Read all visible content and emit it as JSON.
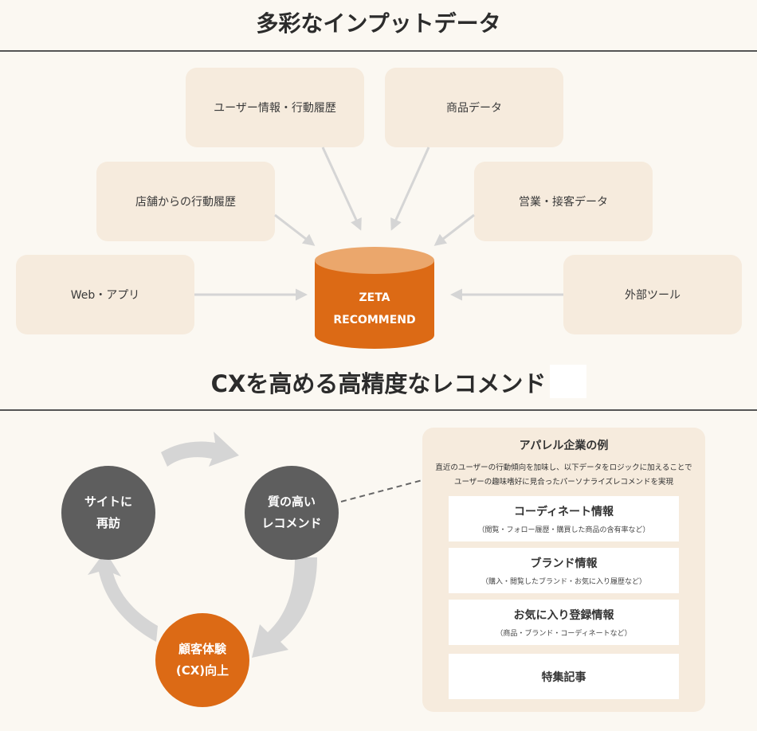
{
  "section1": {
    "title": "多彩なインプットデータ"
  },
  "inputs": [
    "ユーザー情報・行動履歴",
    "商品データ",
    "店舗からの行動履歴",
    "営業・接客データ",
    "Web・アプリ",
    "外部ツール"
  ],
  "engine": {
    "line1": "ZETA",
    "line2": "RECOMMEND"
  },
  "section2": {
    "title": "CXを高める高精度なレコメンド"
  },
  "cycle": {
    "revisit": {
      "line1": "サイトに",
      "line2": "再訪"
    },
    "recommend": {
      "line1": "質の高い",
      "line2": "レコメンド"
    },
    "cx": {
      "line1": "顧客体験",
      "line2": "(CX)向上"
    }
  },
  "example": {
    "title": "アパレル企業の例",
    "desc_line1": "直近のユーザーの行動傾向を加味し、以下データをロジックに加えることで",
    "desc_line2": "ユーザーの趣味嗜好に見合ったパーソナライズレコメンドを実現",
    "cards": [
      {
        "title": "コーディネート情報",
        "sub": "（閲覧・フォロー履歴・購買した商品の含有率など）"
      },
      {
        "title": "ブランド情報",
        "sub": "（購入・閲覧したブランド・お気に入り履歴など）"
      },
      {
        "title": "お気に入り登録情報",
        "sub": "（商品・ブランド・コーディネートなど）"
      },
      {
        "title": "特集記事",
        "sub": ""
      }
    ]
  },
  "colors": {
    "background": "#fbf8f2",
    "box": "#f6ebdd",
    "accent": "#dc6a15",
    "dark_circle": "#5e5e5e",
    "arrow": "#d5d5d5"
  }
}
